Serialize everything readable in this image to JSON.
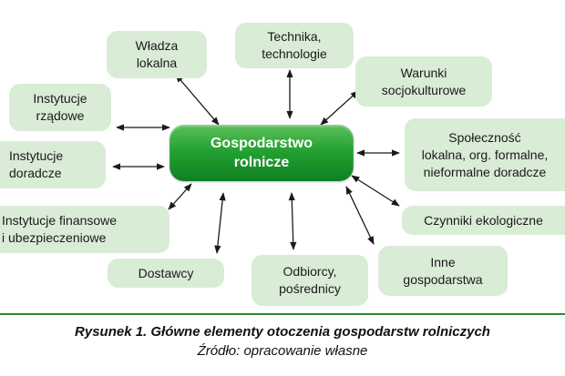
{
  "diagram": {
    "center": "Gospodarstwo\nrolnicze",
    "nodes": [
      {
        "id": "wladza",
        "label": "Władza\nlokalna"
      },
      {
        "id": "technika",
        "label": "Technika,\ntechnologie"
      },
      {
        "id": "warunki",
        "label": "Warunki\nsocjokulturowe"
      },
      {
        "id": "instytucje-rzadowe",
        "label": "Instytucje\nrządowe"
      },
      {
        "id": "spolecznosc",
        "label": "Społeczność\nlokalna, org. formalne,\nnieformalne doradcze"
      },
      {
        "id": "instytucje-doradcze",
        "label": "Instytucje\ndoradcze"
      },
      {
        "id": "instytucje-finansowe",
        "label": "Instytucje finansowe\ni ubezpieczeniowe"
      },
      {
        "id": "czynniki",
        "label": "Czynniki ekologiczne"
      },
      {
        "id": "dostawcy",
        "label": "Dostawcy"
      },
      {
        "id": "odbiorcy",
        "label": "Odbiorcy,\npośrednicy"
      },
      {
        "id": "inne",
        "label": "Inne\ngospodarstwa"
      }
    ],
    "colors": {
      "node_fill": "#d9ecd6",
      "center_fill": "#24a232",
      "arrow": "#1a1a1a",
      "divider": "#2d8a36"
    }
  },
  "caption": {
    "title": "Rysunek 1. Główne elementy otoczenia gospodarstw rolniczych",
    "source": "Źródło: opracowanie własne"
  }
}
